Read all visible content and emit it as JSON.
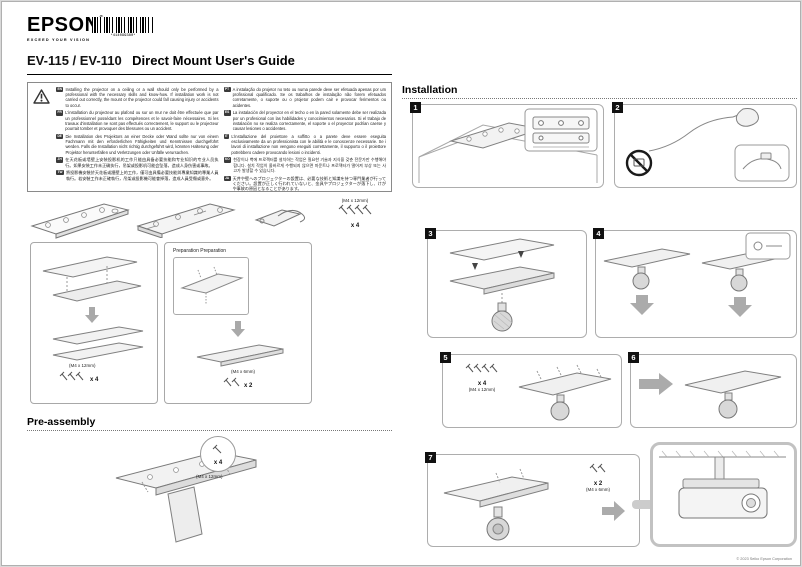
{
  "header": {
    "logo": "EPSON",
    "reg": "®",
    "tagline": "EXCEED YOUR VISION",
    "barcode_text": "*414099380*"
  },
  "title": {
    "models": "EV-115 / EV-110",
    "name": "Direct Mount User's Guide"
  },
  "warning": {
    "left": [
      {
        "tag": "EN",
        "text": "Installing the projector on a ceiling or a wall should only be performed by a professional with the necessary skills and know-how. If installation work is not carried out correctly, the mount or the projector could fall causing injury or accidents to occur."
      },
      {
        "tag": "FR",
        "text": "L'installation du projecteur au plafond ou sur un mur ne doit être effectuée que par un professionnel possédant les compétences et le savoir-faire nécessaires. Si les travaux d'installation ne sont pas effectués correctement, le support ou le projecteur pourrait tomber et provoquer des blessures ou un accident."
      },
      {
        "tag": "DE",
        "text": "Die Installation des Projektors an einer Decke oder Wand sollte nur von einem Fachmann mit den erforderlichen Fähigkeiten und Kenntnissen durchgeführt werden. Falls die Installation nicht richtig durchgeführt wird, könnten Halterung oder Projektor herunterfallen und Verletzungen oder Unfälle verursachen."
      },
      {
        "tag": "ZH",
        "text": "在天花板或墙壁上安装投影机的工作只能由具备必要技能和专业知识的专业人员执行。如果安装工作未正确执行，吊架或投影机可能会坠落，造成人身伤害或事故。"
      },
      {
        "tag": "TW",
        "text": "將投影機安裝於天花板或牆壁上的工作，僅可由具備必要技能與專業知識的專業人員執行。若安裝工作未正確執行，吊架或投影機可能會掉落，造成人員受傷或意外。"
      }
    ],
    "right": [
      {
        "tag": "PT",
        "text": "A instalação do projetor no teto ou numa parede deve ser efetuada apenas por um profissional qualificado. Se os trabalhos de instalação não forem efetuados corretamente, o suporte ou o projetor podem cair e provocar ferimentos ou acidentes."
      },
      {
        "tag": "ES",
        "text": "La instalación del proyector en el techo o en la pared solamente debe ser realizada por un profesional con las habilidades y conocimientos necesarios. Si el trabajo de instalación no se realiza correctamente, el soporte o el proyector podrían caerse y causar lesiones o accidentes."
      },
      {
        "tag": "IT",
        "text": "L'installazione del proiettore a soffitto o a parete deve essere eseguita esclusivamente da un professionista con le abilità e le conoscenze necessarie. Se i lavori di installazione non vengono eseguiti correttamente, il supporto o il proiettore potrebbero cadere provocando lesioni o incidenti."
      },
      {
        "tag": "KO",
        "text": "천장이나 벽에 프로젝터를 설치하는 작업은 필요한 기술과 지식을 갖춘 전문가만 수행해야 합니다. 설치 작업이 올바르게 수행되지 않으면 마운트나 프로젝터가 떨어져 부상 또는 사고가 발생할 수 있습니다."
      },
      {
        "tag": "JA",
        "text": "天井や壁へのプロジェクターの設置は、必要な技術と知識を持つ専門業者が行ってください。設置が正しく行われていないと、金具やプロジェクターが落下し、けがや事故の原因となることがあります。"
      }
    ]
  },
  "parts": {
    "screw_spec": "(M4 x 12mm)",
    "screw_qty": "x 4"
  },
  "assembly": {
    "screw_spec": "(M4 x 12mm)",
    "screw_qty": "x 4"
  },
  "preparation": {
    "label": "Preparation Preparation",
    "screw_spec": "(M4 x 6mm)",
    "screw_qty": "x 2"
  },
  "preassembly": {
    "heading": "Pre-assembly",
    "screw_qty": "x 4",
    "screw_spec": "(M4 x 12mm)"
  },
  "installation": {
    "heading": "Installation",
    "steps": [
      {
        "num": "1"
      },
      {
        "num": "2"
      },
      {
        "num": "3"
      },
      {
        "num": "4"
      },
      {
        "num": "5"
      },
      {
        "num": "6"
      },
      {
        "num": "7"
      }
    ],
    "step5": {
      "screw_qty": "x 4",
      "screw_spec": "(M4 x 12mm)"
    },
    "step7": {
      "screw_qty": "x 2",
      "screw_spec": "(M4 x 6mm)"
    }
  },
  "footer": {
    "copyright": "© 2023 Seiko Epson Corporation"
  }
}
